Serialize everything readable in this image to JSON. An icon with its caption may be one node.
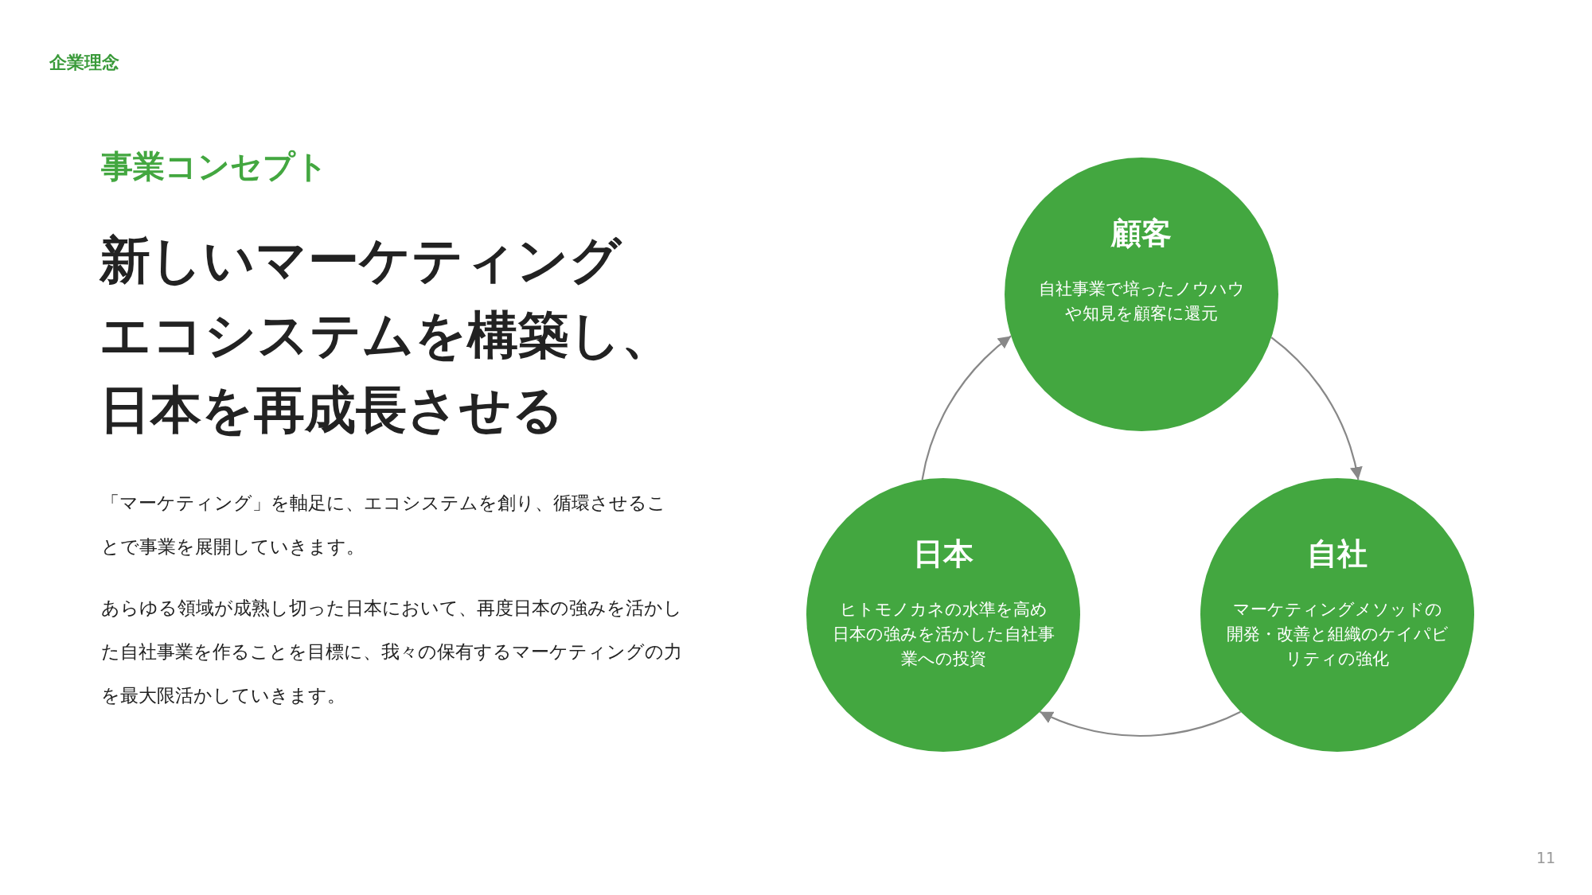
{
  "diagram": {
    "title": "新しいマーケティングエコシステムを構築し、日本を再成長させる",
    "nodes": [
      {
        "text": [
          "顧客",
          "自社事業で培ったノウハウや知見を顧客に還元"
        ]
      },
      {
        "text": [
          "日本",
          "ヒトモノカネの水準を高め日本の強みを活かした自社事業への投資"
        ]
      },
      {
        "text": [
          "自社",
          "マーケティングメソッドの開発・改善と組織のケイパビリティの強化"
        ]
      }
    ],
    "edges": [
      {
        "from": 0,
        "to": 2,
        "arrow": "to"
      },
      {
        "from": 2,
        "to": 1,
        "arrow": "to"
      },
      {
        "from": 1,
        "to": 0,
        "arrow": "to"
      }
    ],
    "labels": [
      "企業理念",
      "事業コンセプト",
      "「マーケティング」を軸足に、エコシステムを創り、循環させることで事業を展開していきます。",
      "あらゆる領域が成熟し切った日本において、再度日本の強みを活かした自社事業を作ることを目標に、我々の保有するマーケティングの力を最大限活かしていきます。",
      "11"
    ]
  }
}
